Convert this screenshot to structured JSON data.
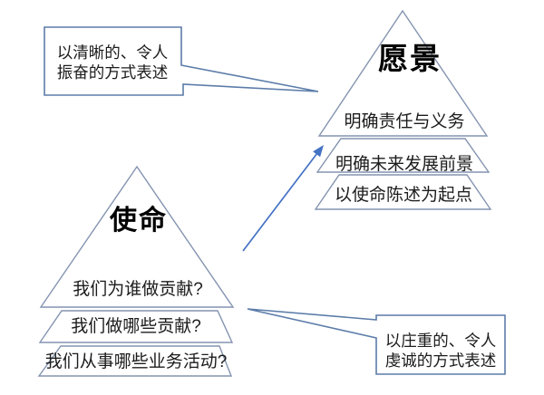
{
  "colors": {
    "background": "#ffffff",
    "pyramid_outline": "#8494b0",
    "callout_outline": "#5b7ca9",
    "arrow": "#4472c4",
    "text": "#1c1c1c"
  },
  "vision_pyramid": {
    "title": "愿景",
    "levels": [
      "明确责任与义务",
      "明确未来发展前景",
      "以使命陈述为起点"
    ]
  },
  "mission_pyramid": {
    "title": "使命",
    "levels": [
      "我们为谁做贡献?",
      "我们做哪些贡献?",
      "我们从事哪些业务活动?"
    ]
  },
  "callouts": {
    "vision_note": {
      "line1": "以清晰的、令人",
      "line2": "振奋的方式表述"
    },
    "mission_note": {
      "line1": "以庄重的、令人",
      "line2": "虔诚的方式表述"
    }
  }
}
